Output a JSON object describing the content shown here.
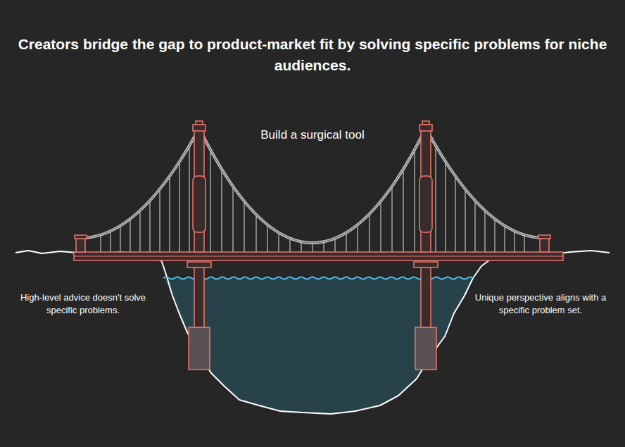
{
  "diagram": {
    "title": "Creators bridge the gap to product-market fit by solving specific problems for niche audiences.",
    "labels": [
      "Build a surgical tool",
      "High-level advice doesn't solve specific problems.",
      "Unique perspective aligns with a specific problem set."
    ]
  }
}
